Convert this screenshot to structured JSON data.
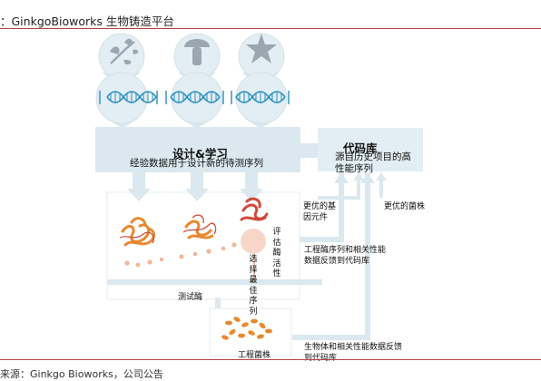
{
  "header": {
    "figure_title": "：GinkgoBioworks 生物铸造平台"
  },
  "footer": {
    "source_text": "来源：Ginkgo Bioworks，公司公告"
  },
  "diagram": {
    "design_box": {
      "title": "设计&学习",
      "subtitle": "经验数据用于设计新的待测序列"
    },
    "code_library": {
      "title": "代码库",
      "subtitle": "源自历史项目的高性能序列"
    },
    "labels": {
      "better_genes": "更优的基因元件",
      "better_strains": "更优的菌株",
      "evaluate_activity": "评估酶活性",
      "select_best": "选择最佳序列",
      "engineered_seq_feedback": "工程酶序列和相关性能数据反馈到代码库",
      "test_enzyme": "测试酶",
      "engineered_strain": "工程菌株",
      "organism_feedback": "生物体和相关性能数据反馈到代码库"
    },
    "source_icons": [
      "plant-icon",
      "mushroom-icon",
      "starfish-icon"
    ],
    "colors": {
      "arrow_fill": "#dbe8ef",
      "circle_fill": "#e3eef4",
      "box_fill": "#dbe8ef",
      "dna_strand": "#2a8fc0",
      "enzyme_orange": "#e8892e",
      "enzyme_red": "#d04a3a",
      "divider_red": "#b84040"
    }
  }
}
